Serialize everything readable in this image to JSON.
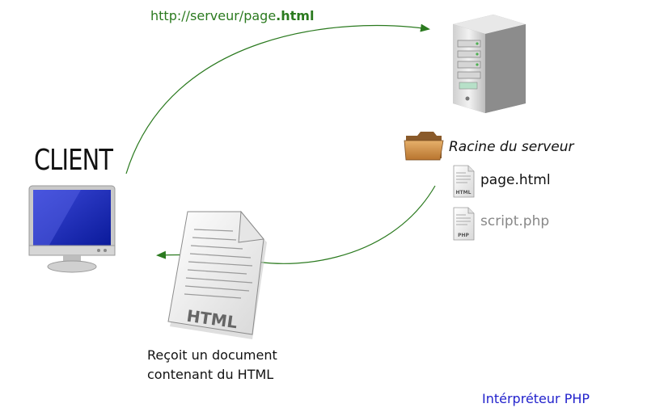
{
  "request": {
    "url_prefix": "http://serveur/page",
    "url_suffix": ".html"
  },
  "client": {
    "label": "CLIENT"
  },
  "server": {
    "root_label": "Racine du serveur",
    "files": [
      {
        "name": "page.html",
        "badge": "HTML"
      },
      {
        "name": "script.php",
        "badge": "PHP"
      }
    ]
  },
  "document": {
    "badge": "HTML",
    "caption_line1": "Reçoit un document",
    "caption_line2": "contenant du HTML"
  },
  "interpreter": {
    "label": "Intérpréteur PHP"
  },
  "colors": {
    "arrow": "#2b7a1f",
    "interpreter": "#2222cc"
  }
}
